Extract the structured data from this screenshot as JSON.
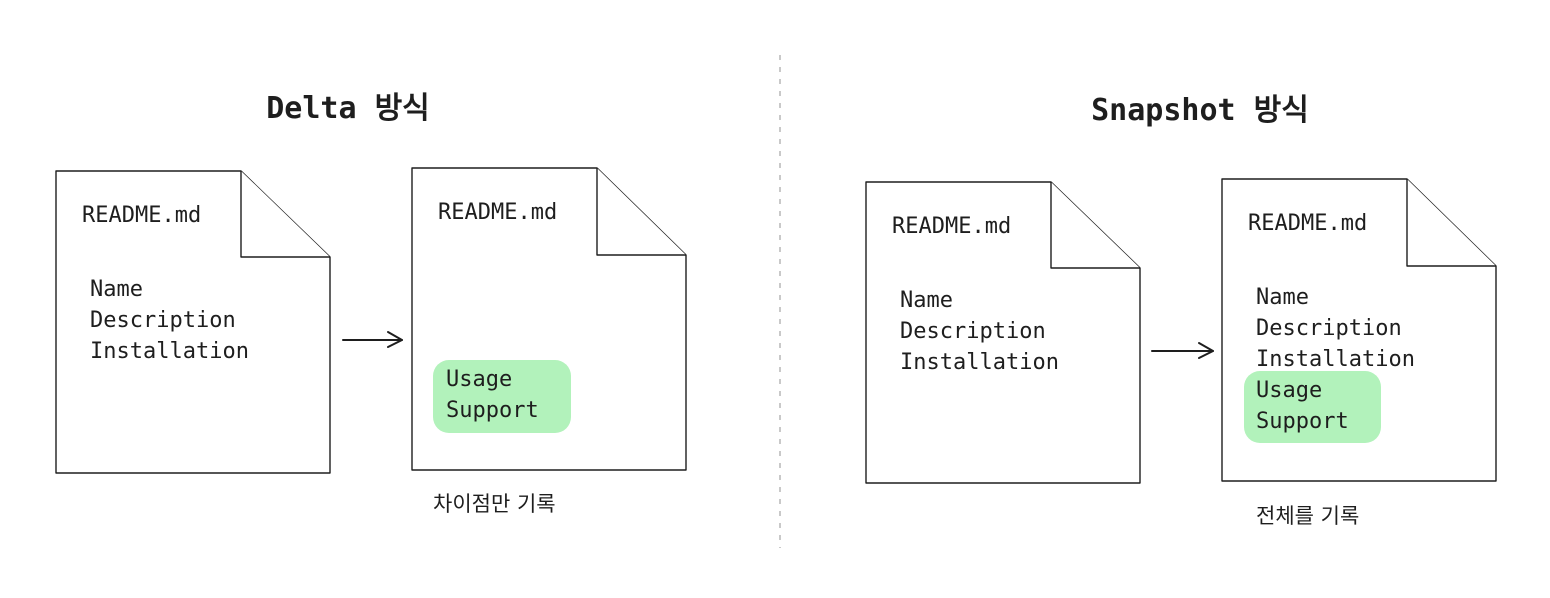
{
  "colors": {
    "highlight": "#b2f2bb",
    "ink": "#1e1e1e",
    "divider": "#c9c9c9"
  },
  "left": {
    "title": "Delta 방식",
    "before": {
      "filename": "README.md",
      "lines": [
        "Name",
        "Description",
        "Installation"
      ]
    },
    "after": {
      "filename": "README.md",
      "lines": [],
      "highlighted_lines": [
        "Usage",
        "Support"
      ]
    },
    "caption": "차이점만 기록"
  },
  "right": {
    "title": "Snapshot 방식",
    "before": {
      "filename": "README.md",
      "lines": [
        "Name",
        "Description",
        "Installation"
      ]
    },
    "after": {
      "filename": "README.md",
      "lines": [
        "Name",
        "Description",
        "Installation"
      ],
      "highlighted_lines": [
        "Usage",
        "Support"
      ]
    },
    "caption": "전체를 기록"
  }
}
